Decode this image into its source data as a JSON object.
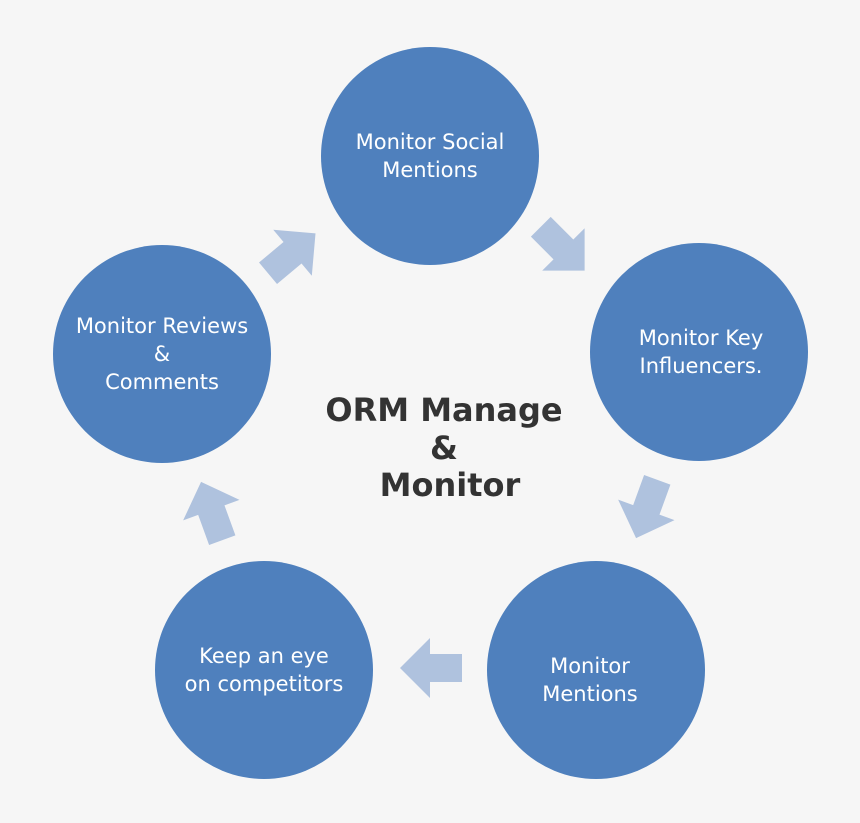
{
  "colors": {
    "background": "#f6f6f6",
    "circle_fill": "#4f80bd",
    "arrow_fill": "#afc2de",
    "circle_text": "#ffffff",
    "center_text": "#333333"
  },
  "diagram": {
    "center_label": {
      "line1": "ORM Manage",
      "line2": "&",
      "line3": "Monitor"
    },
    "nodes": [
      {
        "id": "monitor-social-mentions",
        "lines": [
          "Monitor Social",
          "Mentions"
        ]
      },
      {
        "id": "monitor-key-influencers",
        "lines": [
          "Monitor Key",
          "Influencers."
        ]
      },
      {
        "id": "monitor-mentions",
        "lines": [
          "Monitor",
          "Mentions"
        ]
      },
      {
        "id": "keep-an-eye-on-competitors",
        "lines": [
          "Keep an eye",
          "on competitors"
        ]
      },
      {
        "id": "monitor-reviews-comments",
        "lines": [
          "Monitor Reviews",
          "&",
          "Comments"
        ]
      }
    ],
    "arrows": [
      {
        "from": "monitor-social-mentions",
        "to": "monitor-key-influencers",
        "icon": "arrow-icon"
      },
      {
        "from": "monitor-key-influencers",
        "to": "monitor-mentions",
        "icon": "arrow-icon"
      },
      {
        "from": "monitor-mentions",
        "to": "keep-an-eye-on-competitors",
        "icon": "arrow-icon"
      },
      {
        "from": "keep-an-eye-on-competitors",
        "to": "monitor-reviews-comments",
        "icon": "arrow-icon"
      },
      {
        "from": "monitor-reviews-comments",
        "to": "monitor-social-mentions",
        "icon": "arrow-icon"
      }
    ]
  }
}
